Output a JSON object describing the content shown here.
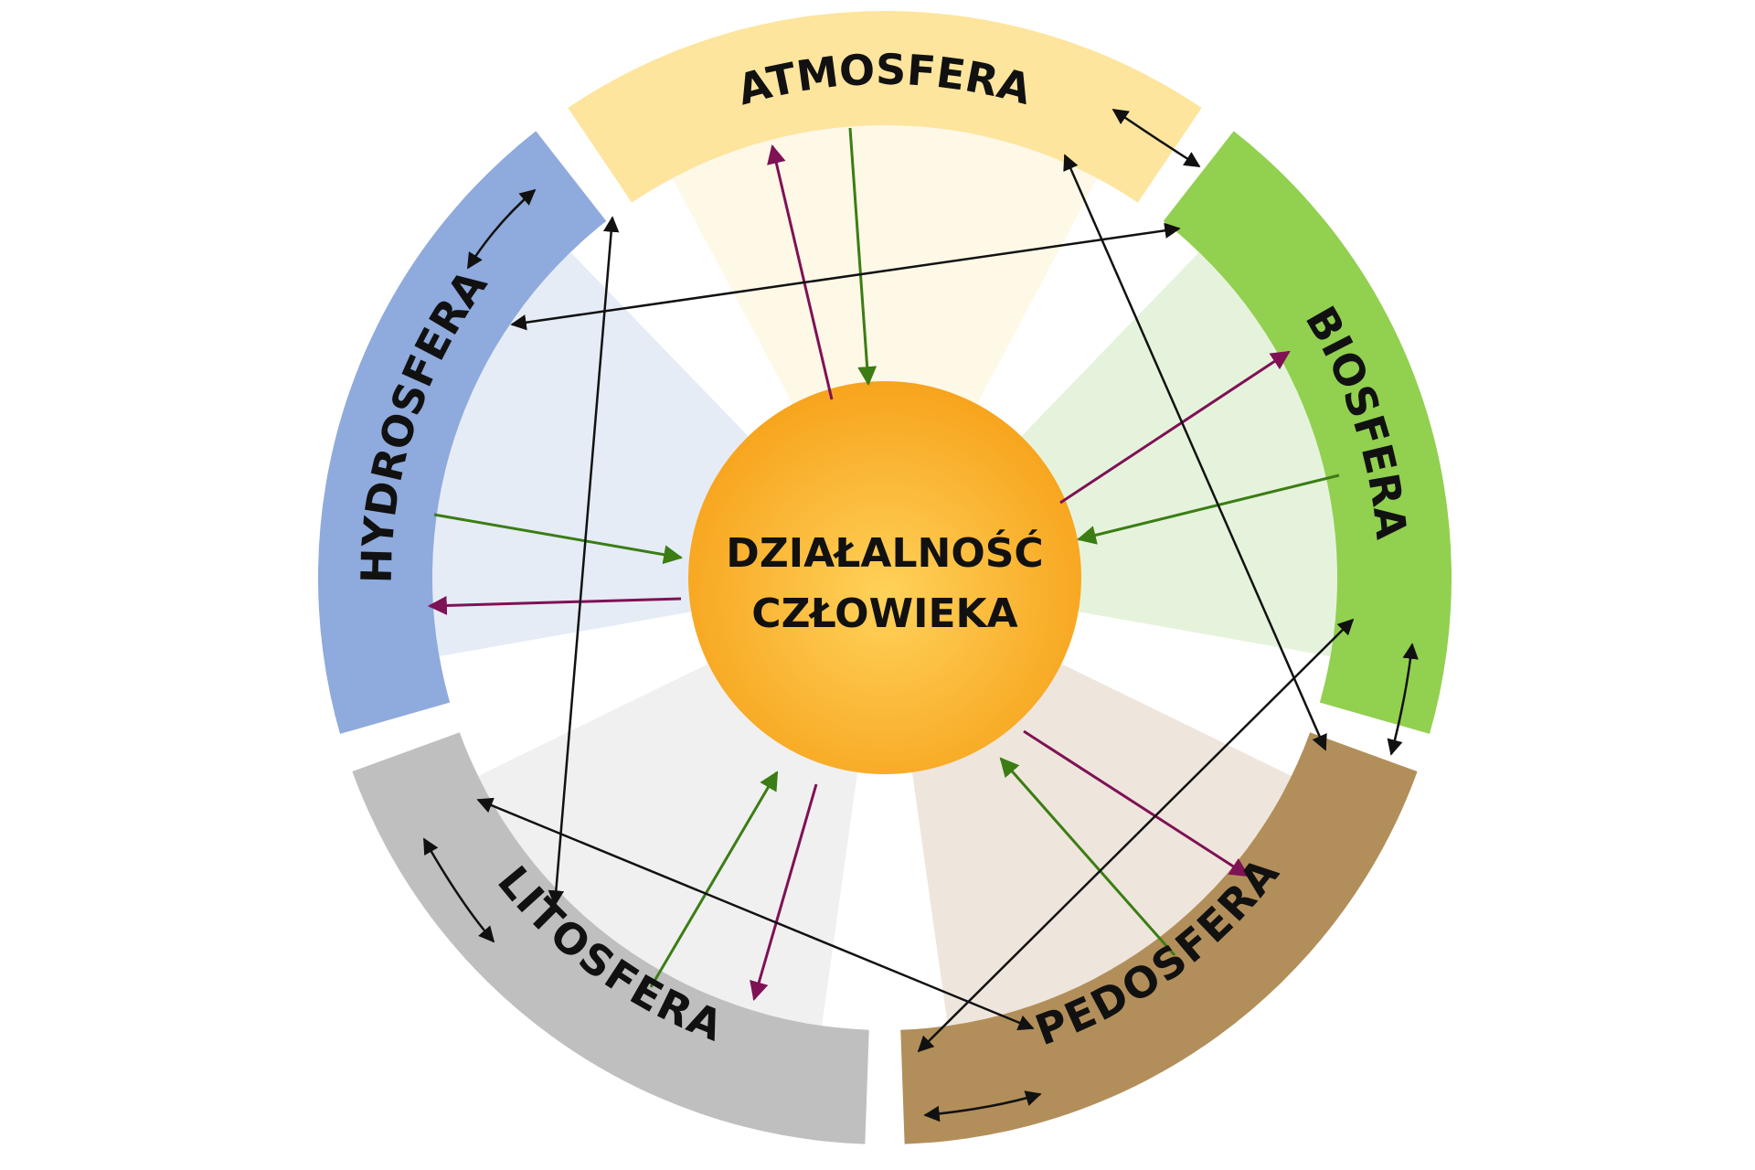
{
  "center": {
    "line1": "DZIAŁALNOŚĆ",
    "line2": "CZŁOWIEKA",
    "color_light": "#FFD25A",
    "color_dark": "#F7A41D"
  },
  "spheres": [
    {
      "id": "atmosfera",
      "label": "ATMOSFERA",
      "band_color": "#FDE59E",
      "fan_color": "#FEF8E7"
    },
    {
      "id": "biosfera",
      "label": "BIOSFERA",
      "band_color": "#92D050",
      "fan_color": "#E6F3DC"
    },
    {
      "id": "pedosfera",
      "label": "PEDOSFERA",
      "band_color": "#B28F5A",
      "fan_color": "#EEE6DC"
    },
    {
      "id": "litosfera",
      "label": "LITOSFERA",
      "band_color": "#BFBFBF",
      "fan_color": "#F0F0F0"
    },
    {
      "id": "hydrosfera",
      "label": "HYDROSFERA",
      "band_color": "#8FAADC",
      "fan_color": "#E5ECF6"
    }
  ],
  "arrow_colors": {
    "to_human": "#3B7D14",
    "from_human": "#7F1155",
    "between_spheres": "#111111"
  }
}
